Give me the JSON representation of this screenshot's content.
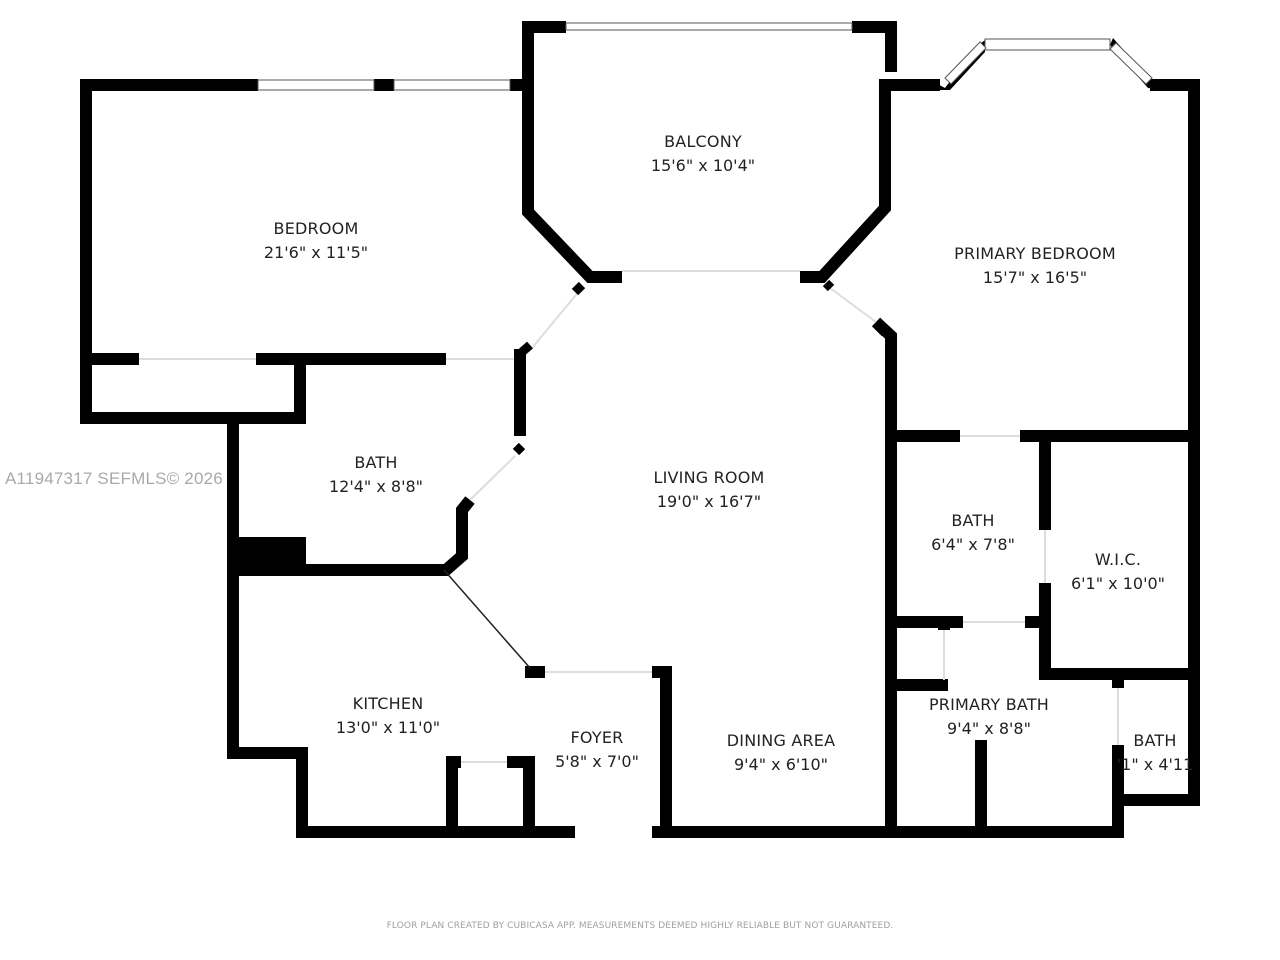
{
  "watermark": "A11947317   SEFMLS© 2026",
  "footer_note": "FLOOR PLAN CREATED BY CUBICASA APP. MEASUREMENTS DEEMED HIGHLY RELIABLE BUT NOT GUARANTEED.",
  "colors": {
    "wall": "#000000",
    "background": "#ffffff",
    "label_text": "#222222",
    "watermark": "#a9a9a9",
    "footer": "#a0a0a0"
  },
  "rooms": [
    {
      "name": "BEDROOM",
      "dims": "21'6\" x 11'5\""
    },
    {
      "name": "BALCONY",
      "dims": "15'6\" x 10'4\""
    },
    {
      "name": "PRIMARY BEDROOM",
      "dims": "15'7\" x 16'5\""
    },
    {
      "name": "BATH",
      "dims": "12'4\" x 8'8\""
    },
    {
      "name": "LIVING ROOM",
      "dims": "19'0\" x 16'7\""
    },
    {
      "name": "BATH",
      "dims": "6'4\" x 7'8\""
    },
    {
      "name": "W.I.C.",
      "dims": "6'1\" x 10'0\""
    },
    {
      "name": "KITCHEN",
      "dims": "13'0\" x 11'0\""
    },
    {
      "name": "FOYER",
      "dims": "5'8\" x 7'0\""
    },
    {
      "name": "DINING AREA",
      "dims": "9'4\" x 6'10\""
    },
    {
      "name": "PRIMARY BATH",
      "dims": "9'4\" x 8'8\""
    },
    {
      "name": "BATH",
      "dims": "'1\" x 4'11"
    }
  ]
}
